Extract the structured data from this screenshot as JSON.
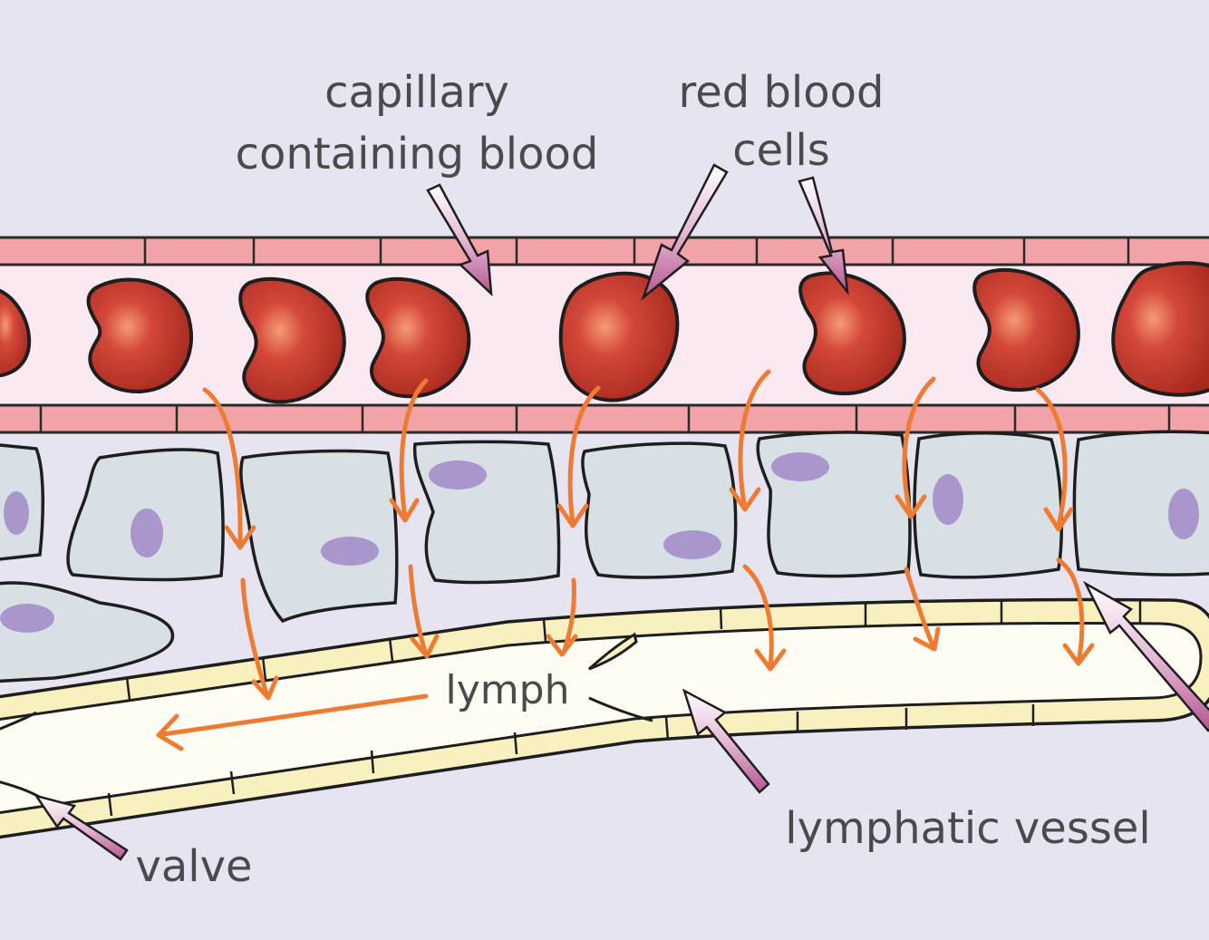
{
  "labels": {
    "capillary_line1": "capillary",
    "capillary_line2": "containing blood",
    "rbc_line1": "red blood",
    "rbc_line2": "cells",
    "lymph": "lymph",
    "lymphatic_vessel": "lymphatic vessel",
    "valve": "valve"
  },
  "colors": {
    "background": "#e6e4f1",
    "capillary_wall": "#f1a3a8",
    "capillary_lumen": "#fbe9f1",
    "red_blood_cell": "#c8382a",
    "tissue_cell": "#d8e0e6",
    "nucleus": "#a996cc",
    "lymph_wall": "#f8f0bf",
    "lymph_lumen": "#fffdf3",
    "flow_arrow": "#ee7b33",
    "pointer_arrow": "#c06aa0"
  }
}
